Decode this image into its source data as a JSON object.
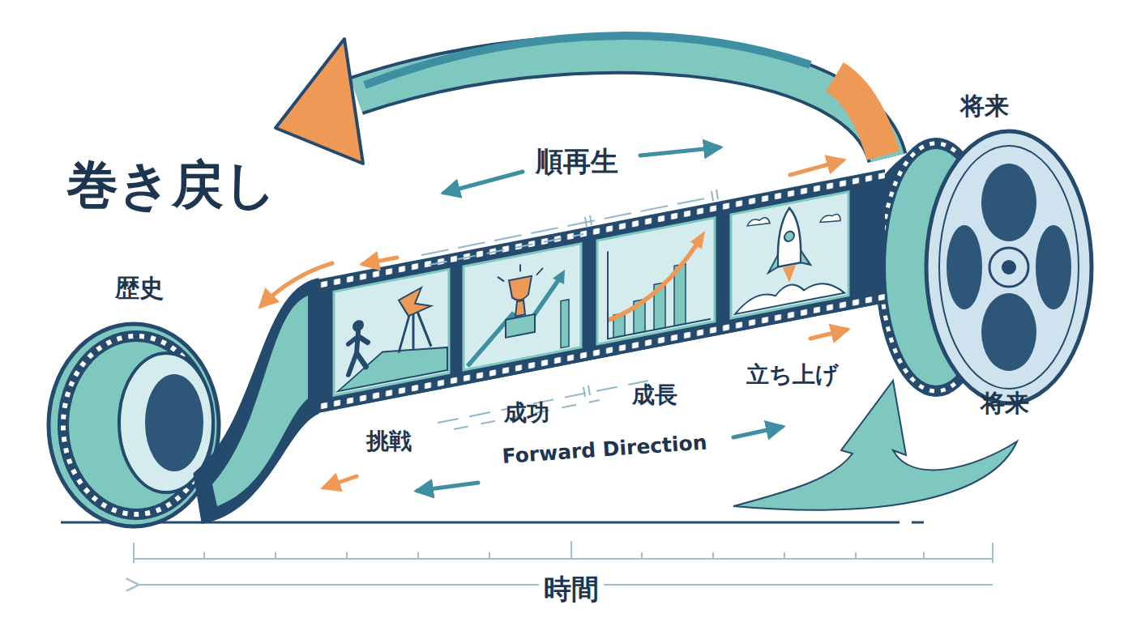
{
  "diagram": {
    "title": "巻き戻し",
    "labels": [
      "順再生",
      "将来",
      "歴史",
      "挑戦",
      "成功",
      "成長",
      "立ち上げ",
      "将来",
      "Forward Direction",
      "時間"
    ]
  }
}
